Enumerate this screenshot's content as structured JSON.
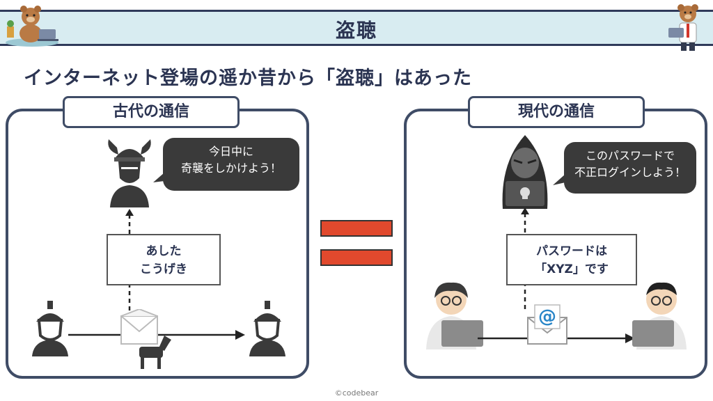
{
  "header": {
    "title": "盗聴"
  },
  "subtitle": "インターネット登場の遥か昔から「盗聴」はあった",
  "left_panel": {
    "tab_label": "古代の通信",
    "bubble_line1": "今日中に",
    "bubble_line2": "奇襲をしかけよう！",
    "message_line1": "あした",
    "message_line2": "こうげき"
  },
  "right_panel": {
    "tab_label": "現代の通信",
    "bubble_line1": "このパスワードで",
    "bubble_line2": "不正ログインしよう！",
    "message_line1": "パスワードは",
    "message_line2": "「XYZ」です",
    "envelope_symbol": "@"
  },
  "equals_color": "#e1492d",
  "footer": "©codebear"
}
